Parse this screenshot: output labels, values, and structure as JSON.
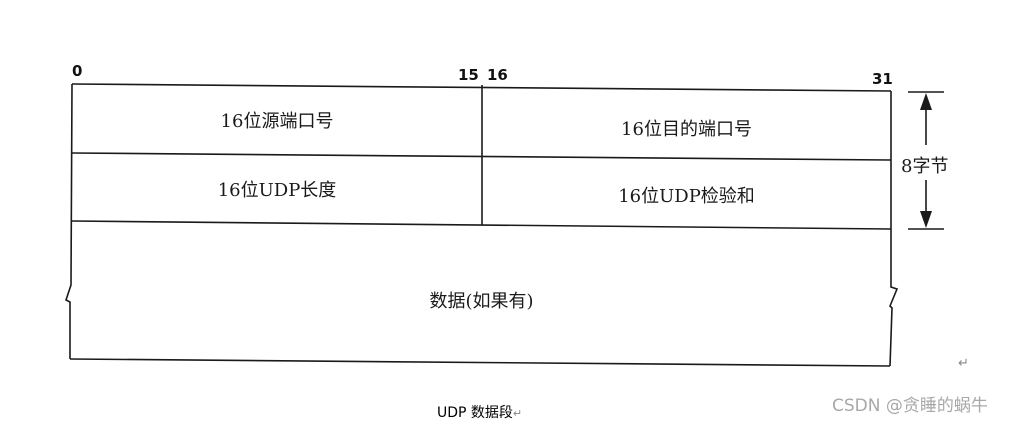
{
  "diagram": {
    "title": "UDP 数据段",
    "bit_labels": {
      "start": "0",
      "mid_end": "15",
      "mid_start": "16",
      "end": "31"
    },
    "header_rows": [
      {
        "left": "16位源端口号",
        "right": "16位目的端口号"
      },
      {
        "left": "16位UDP长度",
        "right": "16位UDP检验和"
      }
    ],
    "data_field": "数据(如果有)",
    "header_size_label": "8字节",
    "colors": {
      "line": "#1a1a1a",
      "background": "#ffffff"
    }
  },
  "document": {
    "paragraph_mark": "↵",
    "caption_mark": "↵"
  },
  "watermark": "CSDN @贪睡的蜗牛"
}
